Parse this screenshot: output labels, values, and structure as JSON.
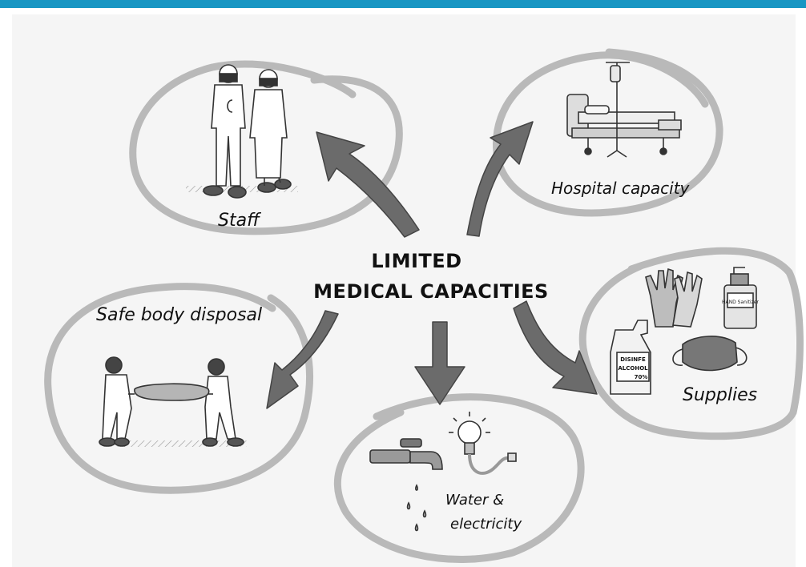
{
  "colors": {
    "accent_bar": "#1896c3",
    "paper": "#f5f5f5",
    "loop": "#b9b9b9",
    "arrow": "#6b6b6b",
    "ink": "#111111"
  },
  "center": {
    "line1": "LIMITED",
    "line2": "MEDICAL CAPACITIES"
  },
  "nodes": {
    "staff": {
      "label": "Staff",
      "icons": [
        "ppe-worker-icon",
        "ppe-worker-icon"
      ]
    },
    "hospital": {
      "label": "Hospital capacity",
      "icons": [
        "hospital-bed-icon",
        "iv-drip-icon"
      ]
    },
    "supplies": {
      "label": "Supplies",
      "icons": [
        "gloves-icon",
        "sanitizer-bottle-icon",
        "spray-bottle-icon",
        "face-mask-icon"
      ],
      "sanitizer_text": "HAND Sanitizer",
      "spray_text_1": "DISINFE",
      "spray_text_2": "ALCOHOL",
      "spray_text_3": "70%"
    },
    "water": {
      "label_1": "Water &",
      "label_2": "electricity",
      "icons": [
        "water-tap-icon",
        "light-bulb-icon"
      ]
    },
    "disposal": {
      "label": "Safe body disposal",
      "icons": [
        "stretcher-bearers-icon"
      ]
    }
  }
}
